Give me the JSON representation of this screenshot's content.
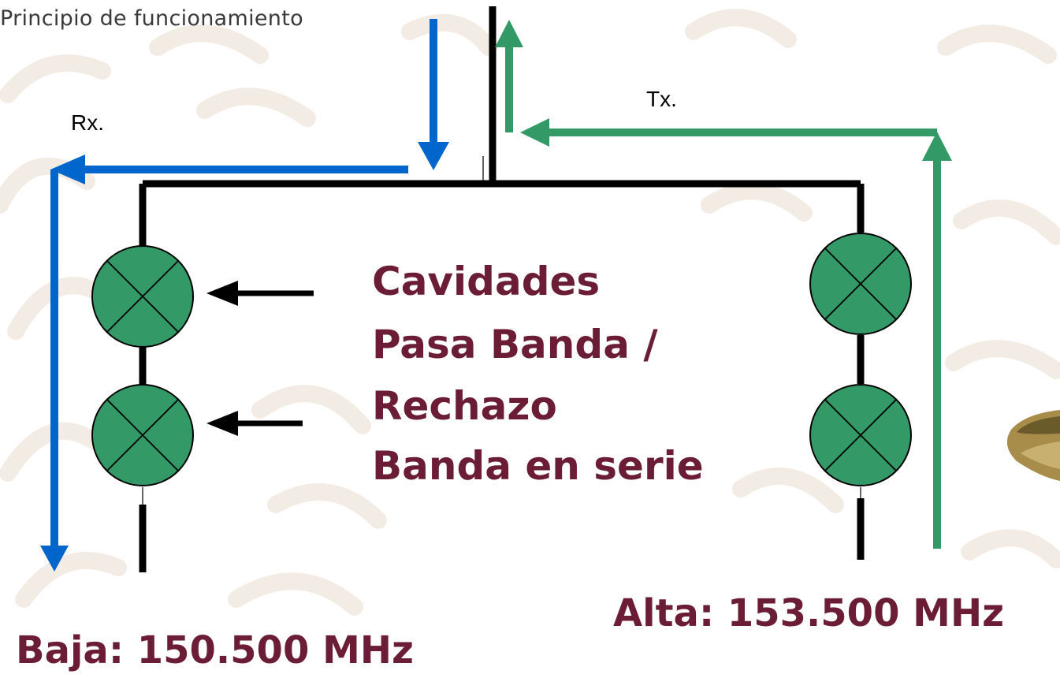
{
  "title": "Principio de funcionamiento",
  "labels": {
    "rx": "Rx.",
    "tx": "Tx."
  },
  "center_text": {
    "line1": "Cavidades",
    "line2": "Pasa Banda /",
    "line3": "Rechazo",
    "line4": "Banda en serie"
  },
  "frequencies": {
    "alta": "Alta: 153.500 MHz",
    "baja": "Baja: 150.500 MHz"
  },
  "colors": {
    "rx_arrow": "#0066cc",
    "tx_arrow": "#339966",
    "cavity_fill": "#339966",
    "text_accent": "#6b1d36",
    "watermark": "#f3ece4"
  }
}
